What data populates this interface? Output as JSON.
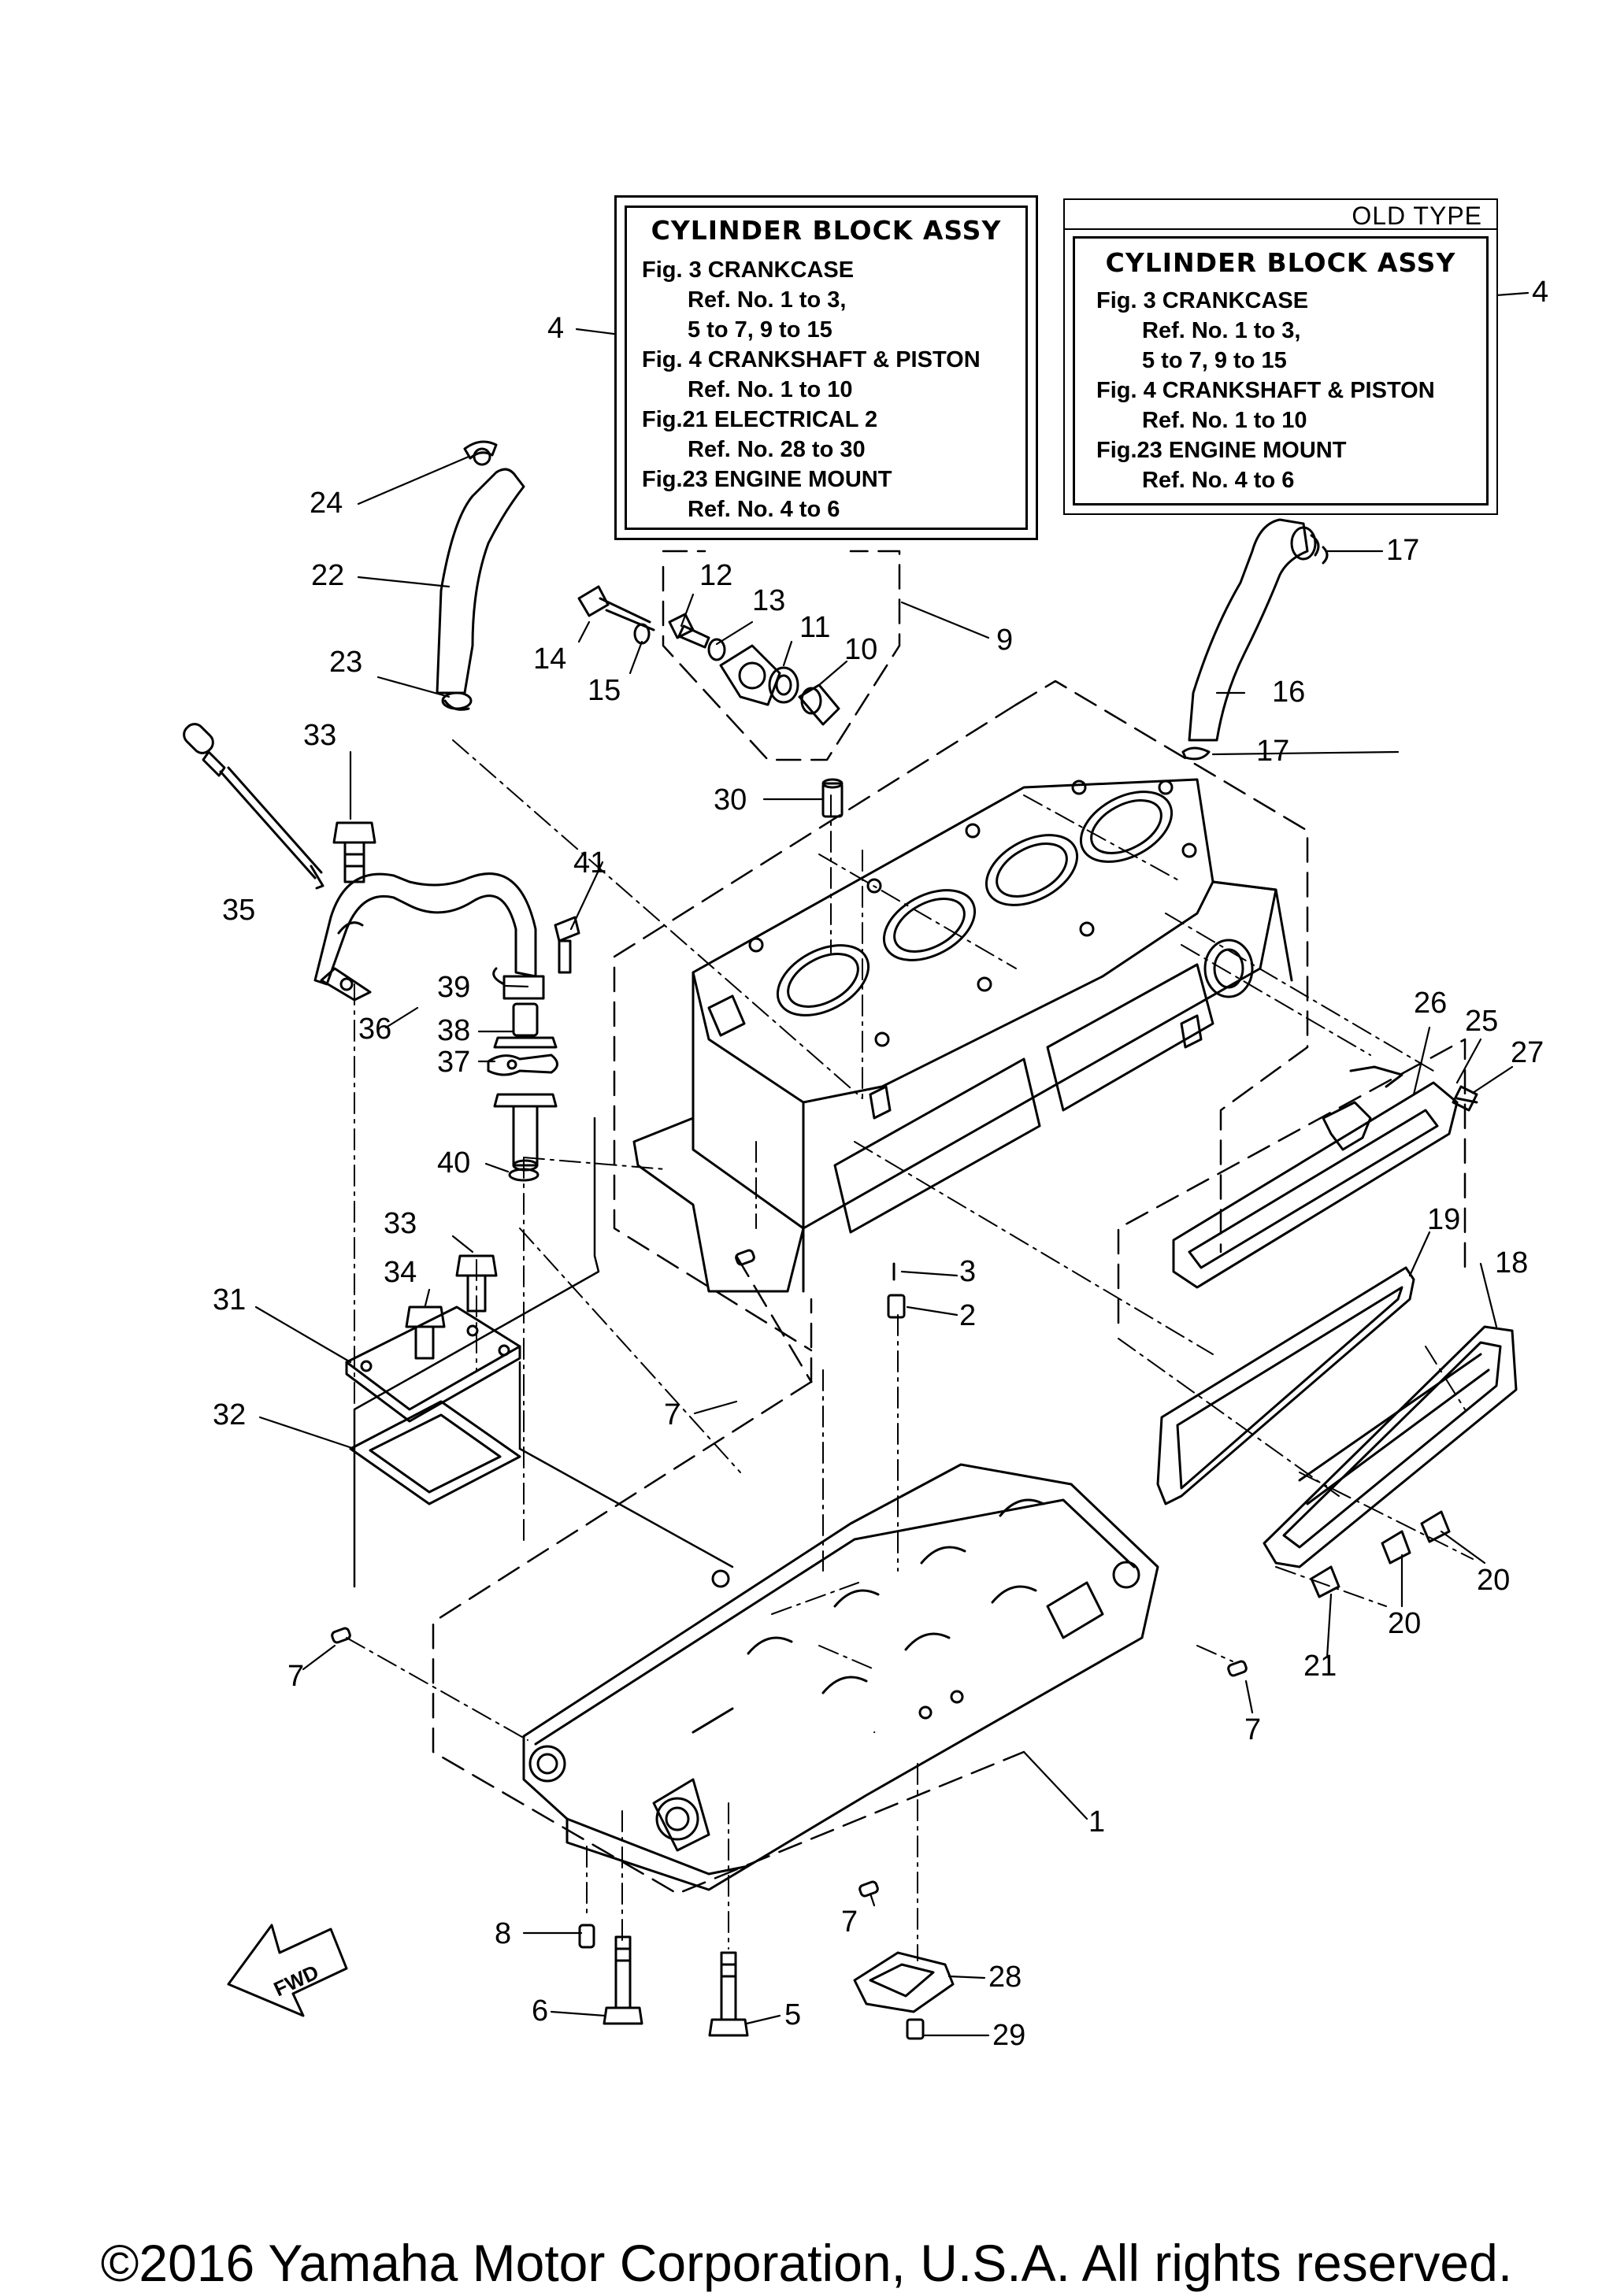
{
  "info_box_main": {
    "title": "CYLINDER BLOCK ASSY",
    "lines": [
      "Fig.  3 CRANKCASE",
      "Ref. No. 1 to 3,",
      "5 to 7, 9 to 15",
      "Fig.  4 CRANKSHAFT & PISTON",
      "Ref. No. 1 to 10",
      "Fig.21 ELECTRICAL 2",
      "Ref. No. 28 to 30",
      "Fig.23 ENGINE MOUNT",
      "Ref. No. 4 to 6"
    ]
  },
  "info_box_old": {
    "header": "OLD TYPE",
    "title": "CYLINDER BLOCK ASSY",
    "lines": [
      "Fig.  3 CRANKCASE",
      "Ref. No. 1 to 3,",
      "5 to 7, 9 to 15",
      "Fig.  4 CRANKSHAFT & PISTON",
      "Ref. No. 1 to 10",
      "Fig.23 ENGINE MOUNT",
      "Ref. No. 4 to 6"
    ]
  },
  "callouts": [
    "1",
    "2",
    "3",
    "4",
    "4",
    "5",
    "6",
    "7",
    "7",
    "7",
    "7",
    "8",
    "9",
    "10",
    "11",
    "12",
    "13",
    "14",
    "15",
    "16",
    "17",
    "17",
    "18",
    "19",
    "20",
    "20",
    "21",
    "22",
    "23",
    "24",
    "25",
    "26",
    "27",
    "28",
    "29",
    "30",
    "31",
    "32",
    "33",
    "33",
    "34",
    "35",
    "36",
    "37",
    "38",
    "39",
    "40",
    "41"
  ],
  "fwd_label": "FWD",
  "copyright": "©2016 Yamaha Motor Corporation, U.S.A. All rights reserved."
}
